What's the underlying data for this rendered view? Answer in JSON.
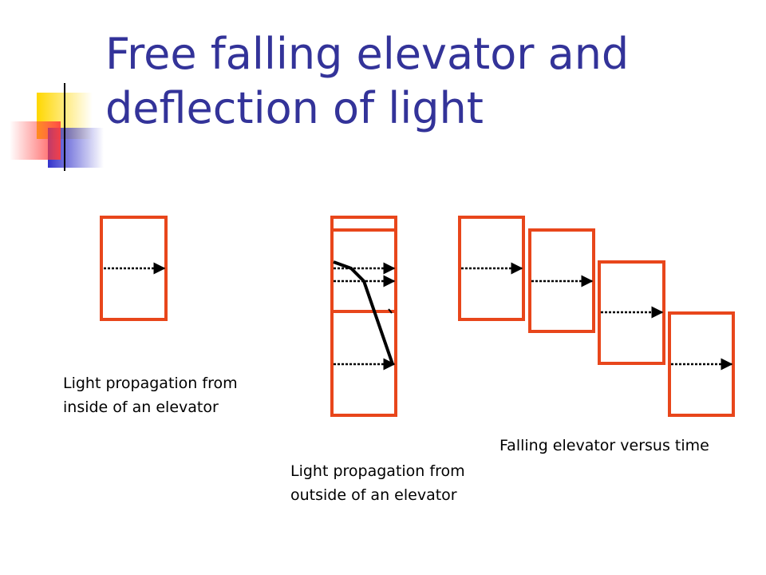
{
  "title": "Free falling elevator and deflection of light",
  "captions": {
    "inside": "Light propagation from inside of an elevator",
    "outside": "Light propagation from outside of an elevator",
    "falling": "Falling elevator versus time"
  },
  "colors": {
    "title": "#333399",
    "elevator_outline": "#e8461b",
    "light_ray": "#000000",
    "accent_yellow": "#ffd700",
    "accent_blue": "#3333cc",
    "accent_red": "#ff3b3b"
  }
}
